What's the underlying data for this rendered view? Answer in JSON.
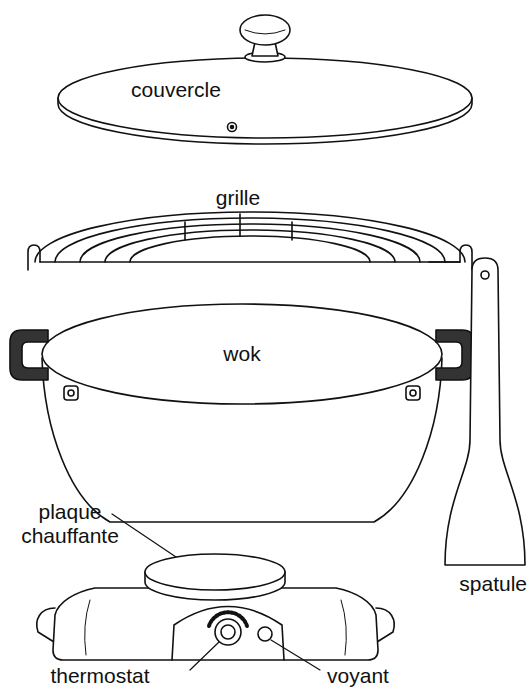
{
  "diagram": {
    "labels": [
      "couvercle",
      "grille",
      "wok",
      "plaque chauffante",
      "spatule",
      "thermostat",
      "voyant"
    ]
  }
}
